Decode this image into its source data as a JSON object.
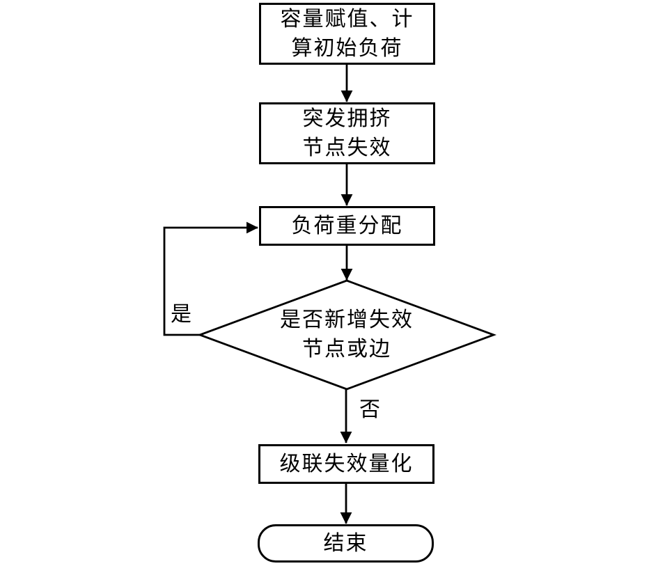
{
  "flowchart": {
    "nodes": {
      "init": {
        "line1": "容量赋值、计",
        "line2": "算初始负荷"
      },
      "burst": {
        "line1": "突发拥挤",
        "line2": "节点失效"
      },
      "redistribute": {
        "label": "负荷重分配"
      },
      "decision": {
        "line1": "是否新增失效",
        "line2": "节点或边"
      },
      "quantify": {
        "label": "级联失效量化"
      },
      "end": {
        "label": "结束"
      }
    },
    "edge_labels": {
      "yes": "是",
      "no": "否"
    },
    "colors": {
      "stroke": "#000000",
      "fill": "#ffffff"
    }
  }
}
